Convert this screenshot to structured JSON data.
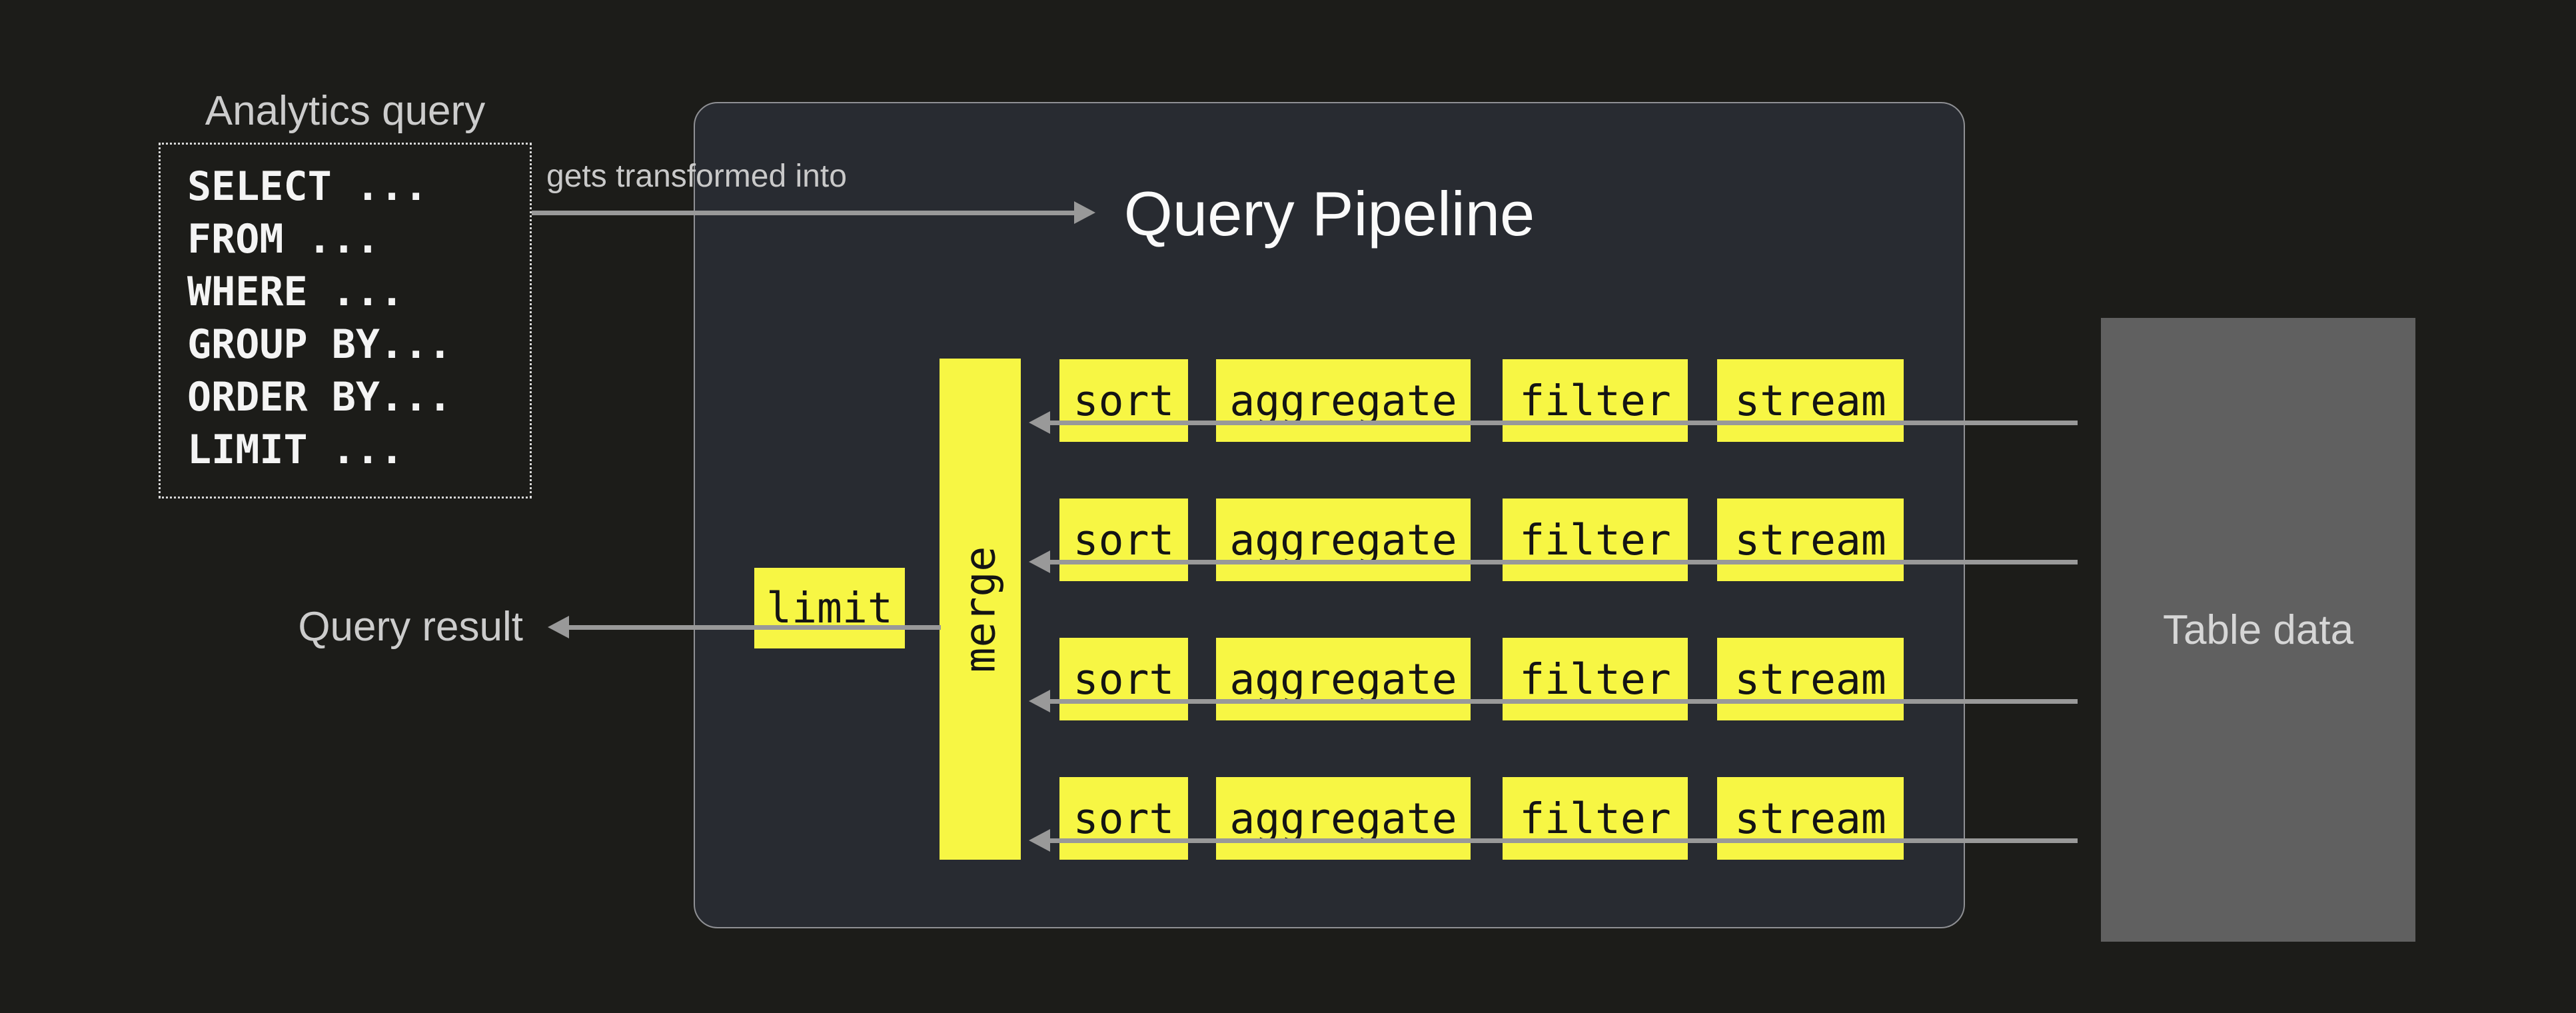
{
  "analytics": {
    "label": "Analytics query",
    "sql_lines": [
      "SELECT ...",
      "FROM ...",
      "WHERE ...",
      "GROUP BY...",
      "ORDER BY...",
      "LIMIT ..."
    ]
  },
  "transform": {
    "label": "gets transformed into"
  },
  "pipeline": {
    "title": "Query Pipeline",
    "limit_label": "limit",
    "merge_label": "merge",
    "rows": [
      {
        "stages": [
          "sort",
          "aggregate",
          "filter",
          "stream"
        ]
      },
      {
        "stages": [
          "sort",
          "aggregate",
          "filter",
          "stream"
        ]
      },
      {
        "stages": [
          "sort",
          "aggregate",
          "filter",
          "stream"
        ]
      },
      {
        "stages": [
          "sort",
          "aggregate",
          "filter",
          "stream"
        ]
      }
    ]
  },
  "result": {
    "label": "Query result"
  },
  "table": {
    "label": "Table data"
  },
  "colors": {
    "background": "#1c1c19",
    "container_fill": "#282b31",
    "container_border": "#8f9094",
    "stage_yellow": "#f7f644",
    "stage_text": "#141414",
    "table_gray": "#606060",
    "label_gray": "#cccccc",
    "title_white": "#fafafa",
    "arrow_gray": "#999999"
  }
}
